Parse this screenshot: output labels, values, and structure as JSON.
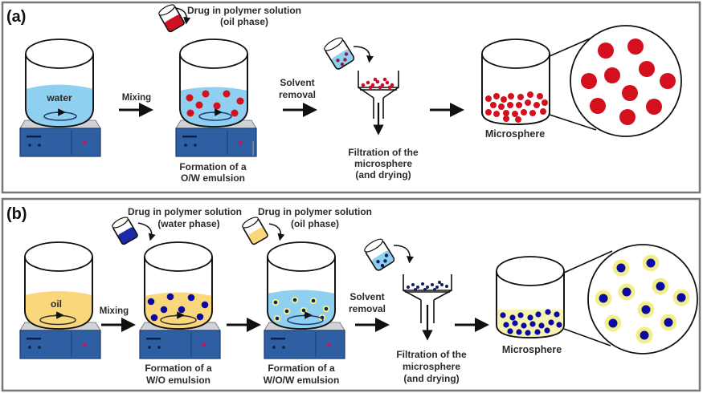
{
  "panels": [
    {
      "id": "a",
      "label": "(a)",
      "start_medium": "water",
      "step1_arrow": "Mixing",
      "pour1_line1": "Drug in polymer solution",
      "pour1_line2": "(oil phase)",
      "beaker2_caption_line1": "Formation of a",
      "beaker2_caption_line2": "O/W emulsion",
      "step2_arrow_line1": "Solvent",
      "step2_arrow_line2": "removal",
      "filtration_line1": "Filtration of the",
      "filtration_line2": "microsphere",
      "filtration_line3": "(and drying)",
      "product_label": "Microsphere"
    },
    {
      "id": "b",
      "label": "(b)",
      "start_medium": "oil",
      "step1_arrow": "Mixing",
      "pour1_line1": "Drug in polymer solution",
      "pour1_line2": "(water phase)",
      "beaker2_caption_line1": "Formation of a",
      "beaker2_caption_line2": "W/O emulsion",
      "pour2_line1": "Drug in polymer solution",
      "pour2_line2": "(oil phase)",
      "beaker3_caption_line1": "Formation of a",
      "beaker3_caption_line2": "W/O/W emulsion",
      "step2_arrow_line1": "Solvent",
      "step2_arrow_line2": "removal",
      "filtration_line1": "Filtration of the",
      "filtration_line2": "microsphere",
      "filtration_line3": "(and drying)",
      "product_label": "Microsphere"
    }
  ],
  "colors": {
    "water": "#8fcff0",
    "oil": "#f9d77a",
    "drug_red": "#cc0000",
    "drug_blue": "#0a0aa0",
    "shell_yellow": "#f2ee8a",
    "stirrer_body": "#2e5fa3",
    "stirrer_plate": "#cfd3d8",
    "panel_border": "#777777"
  }
}
